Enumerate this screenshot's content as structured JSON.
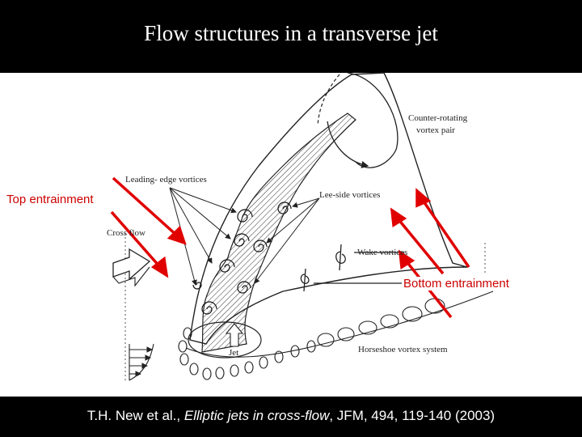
{
  "slide": {
    "title": "Flow structures in a transverse jet",
    "citation": {
      "authors": "T.H. New et al., ",
      "paper": "Elliptic jets in cross-flow",
      "journal": ", JFM, 494, 119-140 (2003)"
    }
  },
  "diagram": {
    "labels": {
      "counter_rotating_1": "Counter-rotating",
      "counter_rotating_2": "vortex pair",
      "leading_edge": "Leading- edge vortices",
      "lee_side": "Lee-side vortices",
      "cross_flow": "Cross flow",
      "wake": "Wake vortices",
      "jet": "Jet",
      "horseshoe": "Horseshoe vortex system"
    },
    "entrainment": {
      "top": "Top entrainment",
      "bottom": "Bottom entrainment"
    }
  },
  "colors": {
    "background": "#ffffff",
    "title_bar": "#000000",
    "arrow_red": "#e00000",
    "entrainment_text": "#cc0000"
  }
}
